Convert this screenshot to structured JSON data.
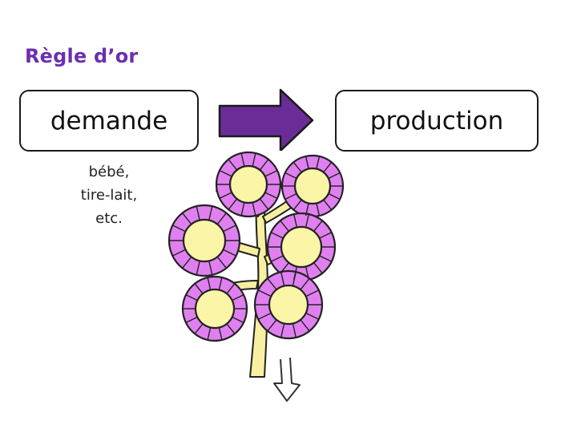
{
  "title": "Règle d’or",
  "boxes": {
    "demand": "demande",
    "production": "production"
  },
  "demand_examples": [
    "bébé,",
    "tire-lait,",
    "etc."
  ],
  "colors": {
    "title": "#6a2fb0",
    "arrow_fill": "#6a2c96",
    "alveolus_ring": "#e080f0",
    "alveolus_center": "#fbf5a8",
    "duct": "#f8f0a0",
    "outline": "#222222"
  },
  "icons": {
    "arrow": "right-arrow-icon",
    "illustration": "mammary-alveoli-illustration",
    "flow": "down-arrow-icon"
  }
}
